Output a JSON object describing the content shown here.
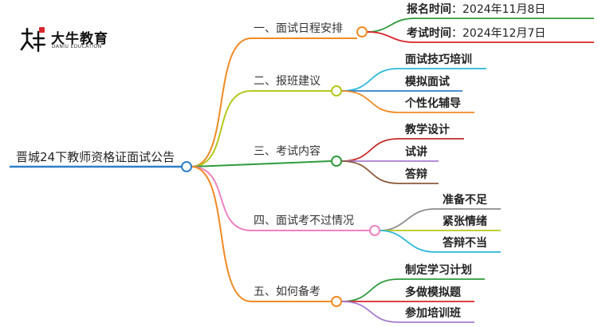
{
  "logo": {
    "title": "大牛教育",
    "subtitle": "DANIU EDUCATION"
  },
  "root": "晋城24下教师资格证面试公告",
  "colors": {
    "root": "#2f7fc8",
    "b1": "#f08a24",
    "b1_leaf1": "#2e9b3c",
    "b1_leaf2": "#d8262c",
    "b2": "#b5c81c",
    "b2_leaf1": "#2bb8d6",
    "b2_leaf2": "#2f7fc8",
    "b2_leaf3": "#f08a24",
    "b3": "#2e9b3c",
    "b3_leaf1": "#c82a2a",
    "b3_leaf2": "#a77bd0",
    "b3_leaf3": "#8b5a3c",
    "b4": "#ee82c2",
    "b4_leaf1": "#8c8c8c",
    "b4_leaf2": "#b5c81c",
    "b4_leaf3": "#2bb8d6",
    "b5": "#f08a24",
    "b5_leaf1": "#2e9b3c",
    "b5_leaf2": "#d8262c",
    "b5_leaf3": "#a77bd0"
  },
  "branches": [
    {
      "label": "一、面试日程安排",
      "leaves": [
        {
          "key": "报名时间",
          "value": "：2024年11月8日"
        },
        {
          "key": "考试时间",
          "value": "：2024年12月7日"
        }
      ]
    },
    {
      "label": "二、报班建议",
      "leaves": [
        {
          "key": "面试技巧培训"
        },
        {
          "key": "模拟面试"
        },
        {
          "key": "个性化辅导"
        }
      ]
    },
    {
      "label": "三、考试内容",
      "leaves": [
        {
          "key": "教学设计"
        },
        {
          "key": "试讲"
        },
        {
          "key": "答辩"
        }
      ]
    },
    {
      "label": "四、面试考不过情况",
      "leaves": [
        {
          "key": "准备不足"
        },
        {
          "key": "紧张情绪"
        },
        {
          "key": "答辩不当"
        }
      ]
    },
    {
      "label": "五、如何备考",
      "leaves": [
        {
          "key": "制定学习计划"
        },
        {
          "key": "多做模拟题"
        },
        {
          "key": "参加培训班"
        }
      ]
    }
  ]
}
